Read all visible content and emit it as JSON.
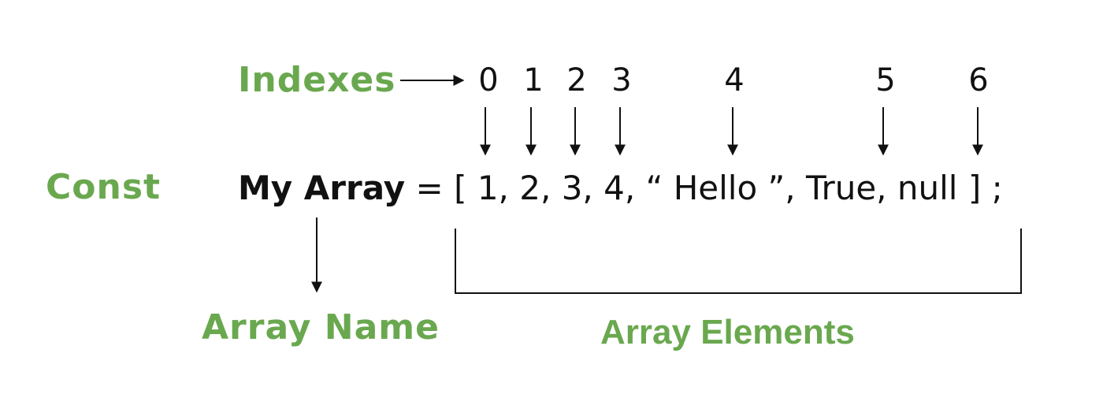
{
  "labels": {
    "indexes": "Indexes",
    "const": "Const",
    "array_name": "Array Name",
    "array_elements": "Array Elements"
  },
  "indexes": [
    "0",
    "1",
    "2",
    "3",
    "4",
    "5",
    "6"
  ],
  "code": {
    "array_name": "My Array",
    "equals": "=",
    "open_bracket": "[",
    "elements": [
      "1,",
      "2,",
      "3,",
      "4,",
      "“ Hello ”,",
      "True,",
      "null"
    ],
    "close_bracket": "]",
    "semicolon": ";"
  },
  "colors": {
    "accent_green": "#6aa84f",
    "text": "#111111"
  }
}
